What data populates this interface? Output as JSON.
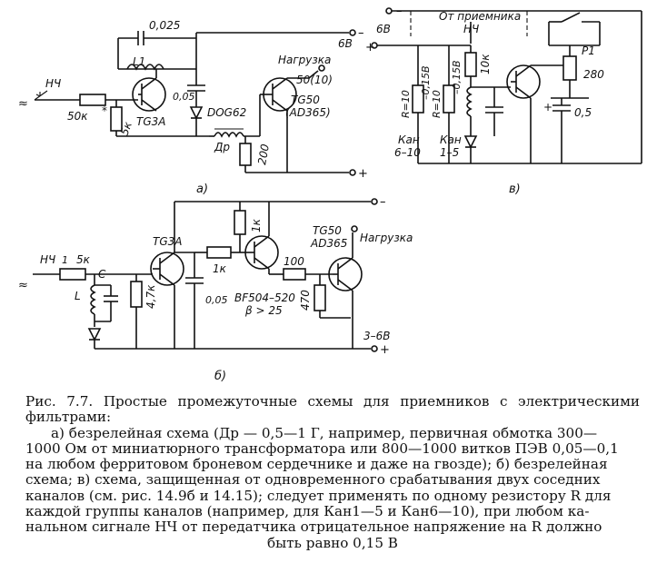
{
  "figure": {
    "a": {
      "input": "НЧ",
      "r_in": "50к",
      "r_star": "*",
      "r_bias": "5к",
      "t1": "TG3A",
      "c_top": "0,025",
      "l1": "L1",
      "c_mid": "0,05",
      "diode": "DOG62",
      "choke": "Др",
      "load": "Нагрузка",
      "load_value": "50(10)",
      "t2_line1": "TG50",
      "t2_line2": "(AD365)",
      "r_emit": "200",
      "supply": "6В",
      "minus": "–",
      "plus": "+",
      "panel_label": "а)"
    },
    "v": {
      "minus_top": "–",
      "plus_left": "+",
      "supply": "6В",
      "source_line1": "От приемника",
      "source_line2": "НЧ",
      "r1": "R=10",
      "v1": "–0,15В",
      "r2": "R=10",
      "v2": "–0,15В",
      "r3": "10к",
      "relay": "P1",
      "relay_r": "280",
      "cap": "0,5",
      "cap_plus": "+",
      "ch1_line1": "Кан",
      "ch1_line2": "6–10",
      "ch2_line1": "Кан",
      "ch2_line2": "1–5",
      "panel_label": "в)"
    },
    "b": {
      "input": "НЧ",
      "r_in": "5к",
      "r_in_num": "1",
      "l": "L",
      "c": "C",
      "r_bias": "4,7к",
      "t1": "TG3A",
      "c_out": "0,05",
      "r_link": "1к",
      "r_top": "1к",
      "t2_line1": "BF504–520",
      "t2_line2": "β > 25",
      "r_mid": "100",
      "r_emit": "470",
      "t3_line1": "TG50",
      "t3_line2": "AD365",
      "load": "Нагрузка",
      "supply": "3–6В",
      "minus": "–",
      "plus": "+",
      "panel_label": "б)"
    }
  },
  "caption": {
    "number": "Рис. 7.7.",
    "title": "Простые промежуточные схемы для приемников с электрическими фильтрами:",
    "line_a_1": "а) безрелейная схема (Др — 0,5—1 Г, например, первичная обмотка 300—",
    "line_a_2": "1000 Ом от миниатюрного трансформатора или 800—1000 витков ПЭВ 0,05—0,1",
    "line_a_3": "на любом ферритовом броневом сердечнике и даже на гвозде); б) безрелейная",
    "line_a_4": "схема; в) схема, защищенная от одновременного срабатывания двух соседних",
    "line_a_5": "каналов (см. рис. 14.9б и 14.15); следует применять по одному резистору R для",
    "line_a_6": "каждой группы каналов (например, для Кан1—5 и Кан6—10), при любом ка-",
    "line_a_7": "нальном сигнале НЧ от передатчика отрицательное напряжение на R должно",
    "line_a_8": "быть равно 0,15 В"
  }
}
